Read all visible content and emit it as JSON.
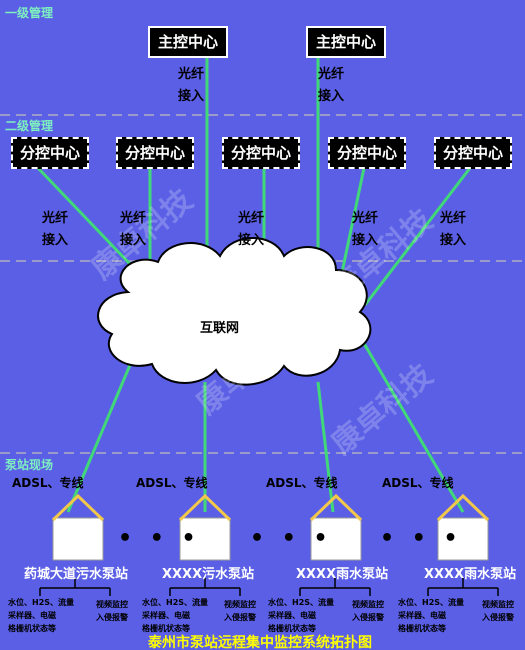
{
  "tiers": {
    "level1": "一级管理",
    "level2": "二级管理",
    "field": "泵站现场"
  },
  "main_centers": [
    "主控中心",
    "主控中心"
  ],
  "fiber_label": [
    "光纤",
    "接入"
  ],
  "sub_centers": [
    "分控中心",
    "分控中心",
    "分控中心",
    "分控中心",
    "分控中心"
  ],
  "internet_label": "互联网",
  "adsl_label": "ADSL、专线",
  "ellipsis": "• • •",
  "stations": [
    "药城大道污水泵站",
    "XXXX污水泵站",
    "XXXX雨水泵站",
    "XXXX雨水泵站"
  ],
  "station_notes": {
    "sensors": [
      "水位、H2S、流量",
      "采样器、电磁",
      "格栅机状态等"
    ],
    "security": [
      "视频监控",
      "入侵报警"
    ]
  },
  "watermark": "康卓科技",
  "caption": "泰州市泵站远程集中监控系统拓扑图",
  "colors": {
    "background": "#5a5fe6",
    "link_line": "#40d878",
    "tier_text": "#7ef0c0",
    "station_roof": "#f2c84b",
    "caption": "#ffff00"
  }
}
